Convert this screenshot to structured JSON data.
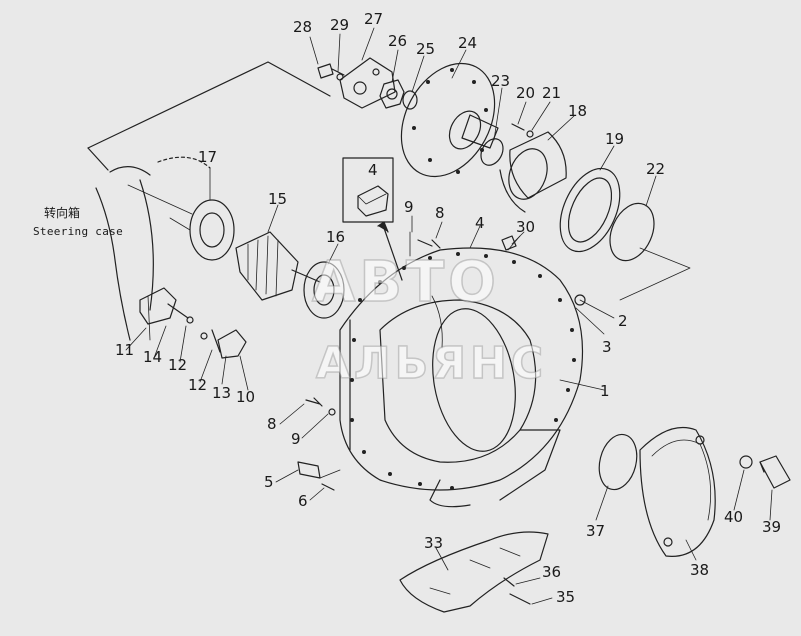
{
  "case_label_cn": "转向箱",
  "case_label_en": "Steering case",
  "watermark": {
    "line1": "АВТО",
    "line2": "АЛЬЯНС"
  },
  "callouts": [
    {
      "id": "c28",
      "text": "28"
    },
    {
      "id": "c29",
      "text": "29"
    },
    {
      "id": "c27",
      "text": "27"
    },
    {
      "id": "c26",
      "text": "26"
    },
    {
      "id": "c25",
      "text": "25"
    },
    {
      "id": "c24",
      "text": "24"
    },
    {
      "id": "c23",
      "text": "23"
    },
    {
      "id": "c20",
      "text": "20"
    },
    {
      "id": "c21",
      "text": "21"
    },
    {
      "id": "c18",
      "text": "18"
    },
    {
      "id": "c19",
      "text": "19"
    },
    {
      "id": "c22",
      "text": "22"
    },
    {
      "id": "c17",
      "text": "17"
    },
    {
      "id": "c15",
      "text": "15"
    },
    {
      "id": "c16",
      "text": "16"
    },
    {
      "id": "c4a",
      "text": "4"
    },
    {
      "id": "c9a",
      "text": "9"
    },
    {
      "id": "c8a",
      "text": "8"
    },
    {
      "id": "c4b",
      "text": "4"
    },
    {
      "id": "c30",
      "text": "30"
    },
    {
      "id": "c2",
      "text": "2"
    },
    {
      "id": "c3",
      "text": "3"
    },
    {
      "id": "c1",
      "text": "1"
    },
    {
      "id": "c11",
      "text": "11"
    },
    {
      "id": "c14",
      "text": "14"
    },
    {
      "id": "c12a",
      "text": "12"
    },
    {
      "id": "c12b",
      "text": "12"
    },
    {
      "id": "c13",
      "text": "13"
    },
    {
      "id": "c10",
      "text": "10"
    },
    {
      "id": "c8b",
      "text": "8"
    },
    {
      "id": "c9b",
      "text": "9"
    },
    {
      "id": "c5",
      "text": "5"
    },
    {
      "id": "c6",
      "text": "6"
    },
    {
      "id": "c37",
      "text": "37"
    },
    {
      "id": "c38",
      "text": "38"
    },
    {
      "id": "c40",
      "text": "40"
    },
    {
      "id": "c39",
      "text": "39"
    },
    {
      "id": "c33",
      "text": "33"
    },
    {
      "id": "c36",
      "text": "36"
    },
    {
      "id": "c35",
      "text": "35"
    }
  ]
}
